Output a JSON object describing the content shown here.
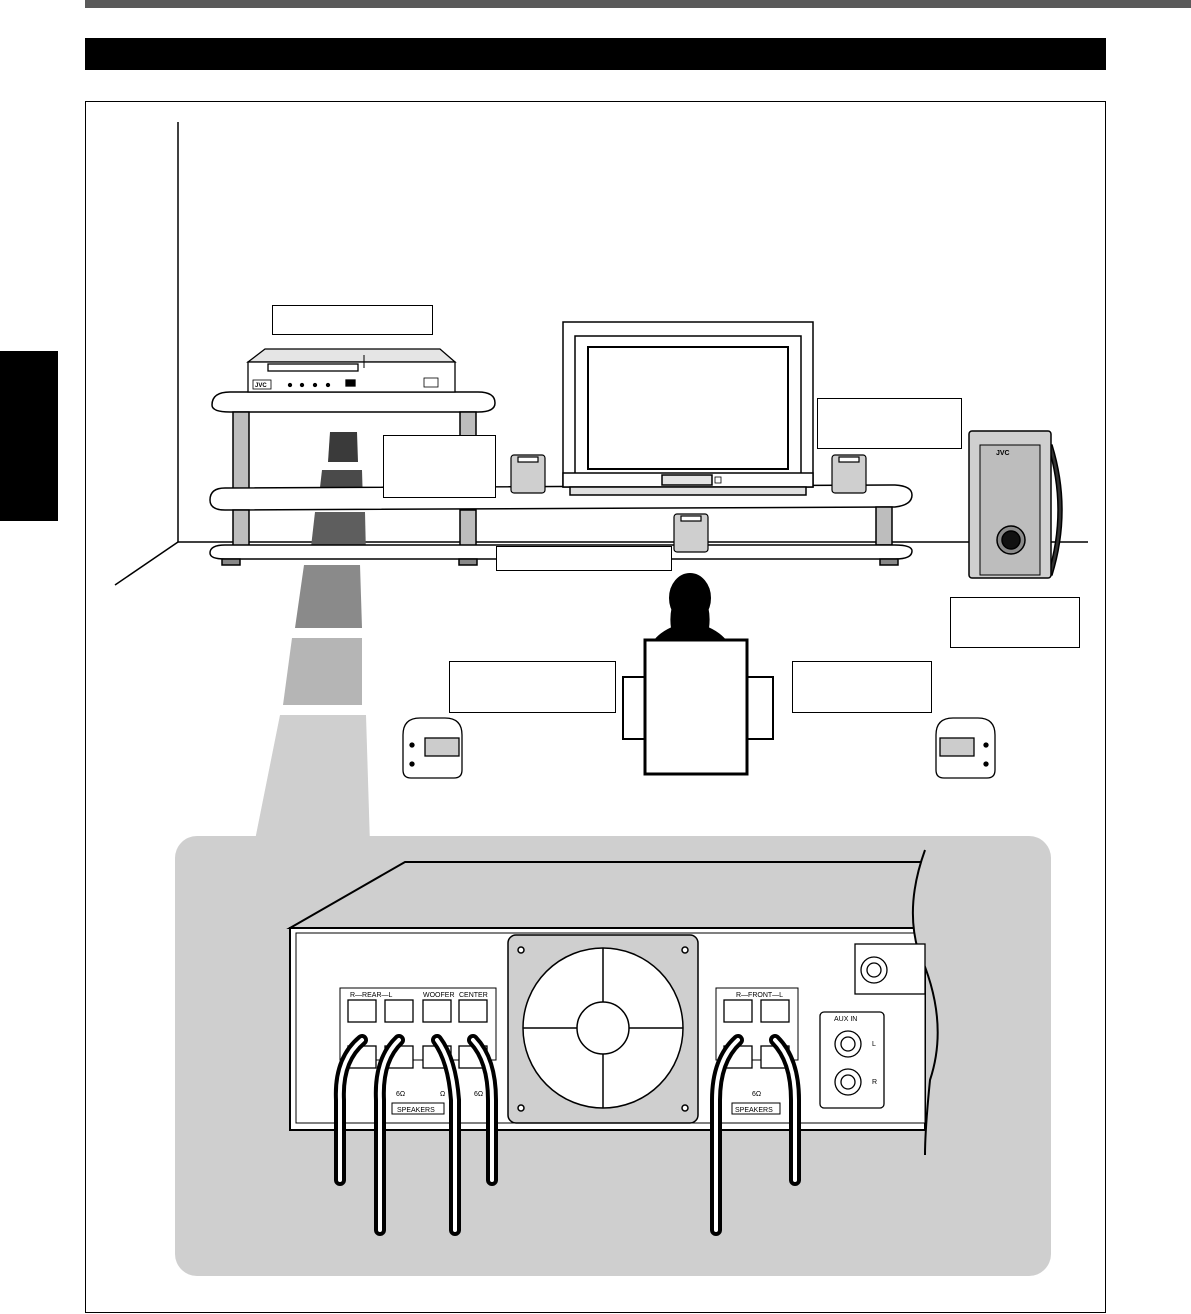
{
  "page": {
    "title": ""
  },
  "labels": {
    "player": "",
    "center_speaker": "",
    "front_right_speaker": "",
    "front_left_speaker": "",
    "subwoofer": "",
    "rear_left_speaker": "",
    "rear_right_speaker": ""
  },
  "device": {
    "player_brand": "JVC",
    "subwoofer_brand": "JVC"
  },
  "panel": {
    "rear_label": "R—REAR—L",
    "woofer_label": "WOOFER",
    "center_label": "CENTER",
    "front_label": "R—FRONT—L",
    "speakers_label_left": "SPEAKERS",
    "speakers_label_right": "SPEAKERS",
    "impedance_rear": "6Ω",
    "impedance_woofer": "Ω",
    "impedance_center": "6Ω",
    "impedance_front": "6Ω",
    "aux_in_label": "AUX IN",
    "aux_l": "L",
    "aux_r": "R"
  },
  "colors": {
    "panel_background": "#cfcfcf",
    "title_bar": "#000000",
    "top_rule": "#5a5a5a"
  }
}
